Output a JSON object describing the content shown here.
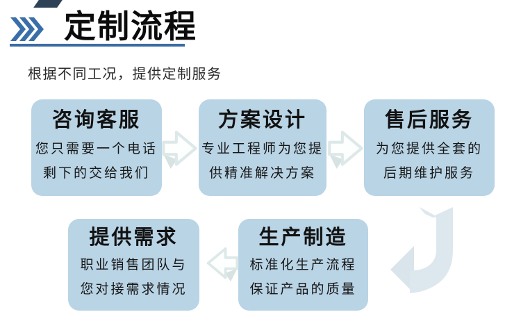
{
  "header": {
    "title": "定制流程",
    "subtitle": "根据不同工况，提供定制服务",
    "accent_color": "#3b6ba5",
    "chevrons_color": "#3a6ea8",
    "top_bar_color": "#2e4257",
    "chevron_icon": "triple-chevron-right"
  },
  "flow": {
    "box_fill_color": "#b9d4e5",
    "arrow_outline_color": "#dde8e8",
    "curved_arrow_fill_color": "#dde8ee",
    "steps": [
      {
        "title": "咨询客服",
        "lines": [
          "您只需要一个电话",
          "剩下的交给我们"
        ]
      },
      {
        "title": "方案设计",
        "lines": [
          "专业工程师为您提",
          "供精准解决方案"
        ]
      },
      {
        "title": "售后服务",
        "lines": [
          "为您提供全套的",
          "后期维护服务"
        ]
      },
      {
        "title": "提供需求",
        "lines": [
          "职业销售团队与",
          "您对接需求情况"
        ]
      },
      {
        "title": "生产制造",
        "lines": [
          "标准化生产流程",
          "保证产品的质量"
        ]
      }
    ],
    "arrow_directions": [
      "right",
      "right",
      "curve-down-left",
      "left"
    ]
  }
}
